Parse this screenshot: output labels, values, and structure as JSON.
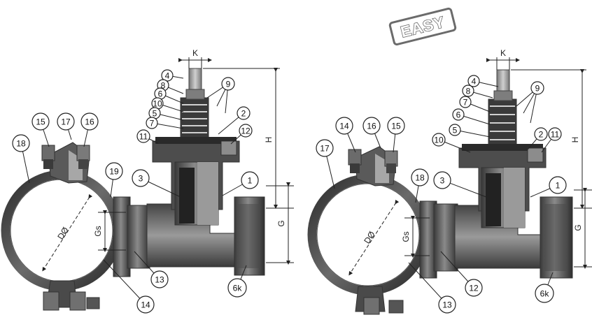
{
  "badge": {
    "text": "EASY"
  },
  "left_drawing": {
    "callouts": [
      "4",
      "8",
      "6",
      "10",
      "5",
      "7",
      "11",
      "9",
      "2",
      "12",
      "15",
      "17",
      "16",
      "18",
      "19",
      "3",
      "1",
      "13",
      "14",
      "6k"
    ],
    "dimensions": {
      "k": "K",
      "h": "H",
      "g": "G",
      "gs": "Gs",
      "d": "DØ"
    }
  },
  "right_drawing": {
    "callouts": [
      "4",
      "8",
      "7",
      "6",
      "5",
      "10",
      "9",
      "2",
      "11",
      "14",
      "16",
      "15",
      "17",
      "18",
      "3",
      "1",
      "12",
      "13",
      "6k"
    ],
    "dimensions": {
      "k": "K",
      "h": "H",
      "g": "G",
      "gs": "Gs",
      "d": "DØ"
    }
  },
  "colors": {
    "metal_dark": "#2f2f2f",
    "metal_mid": "#6e6e6e",
    "metal_light": "#b9b9b9",
    "line": "#333333"
  }
}
